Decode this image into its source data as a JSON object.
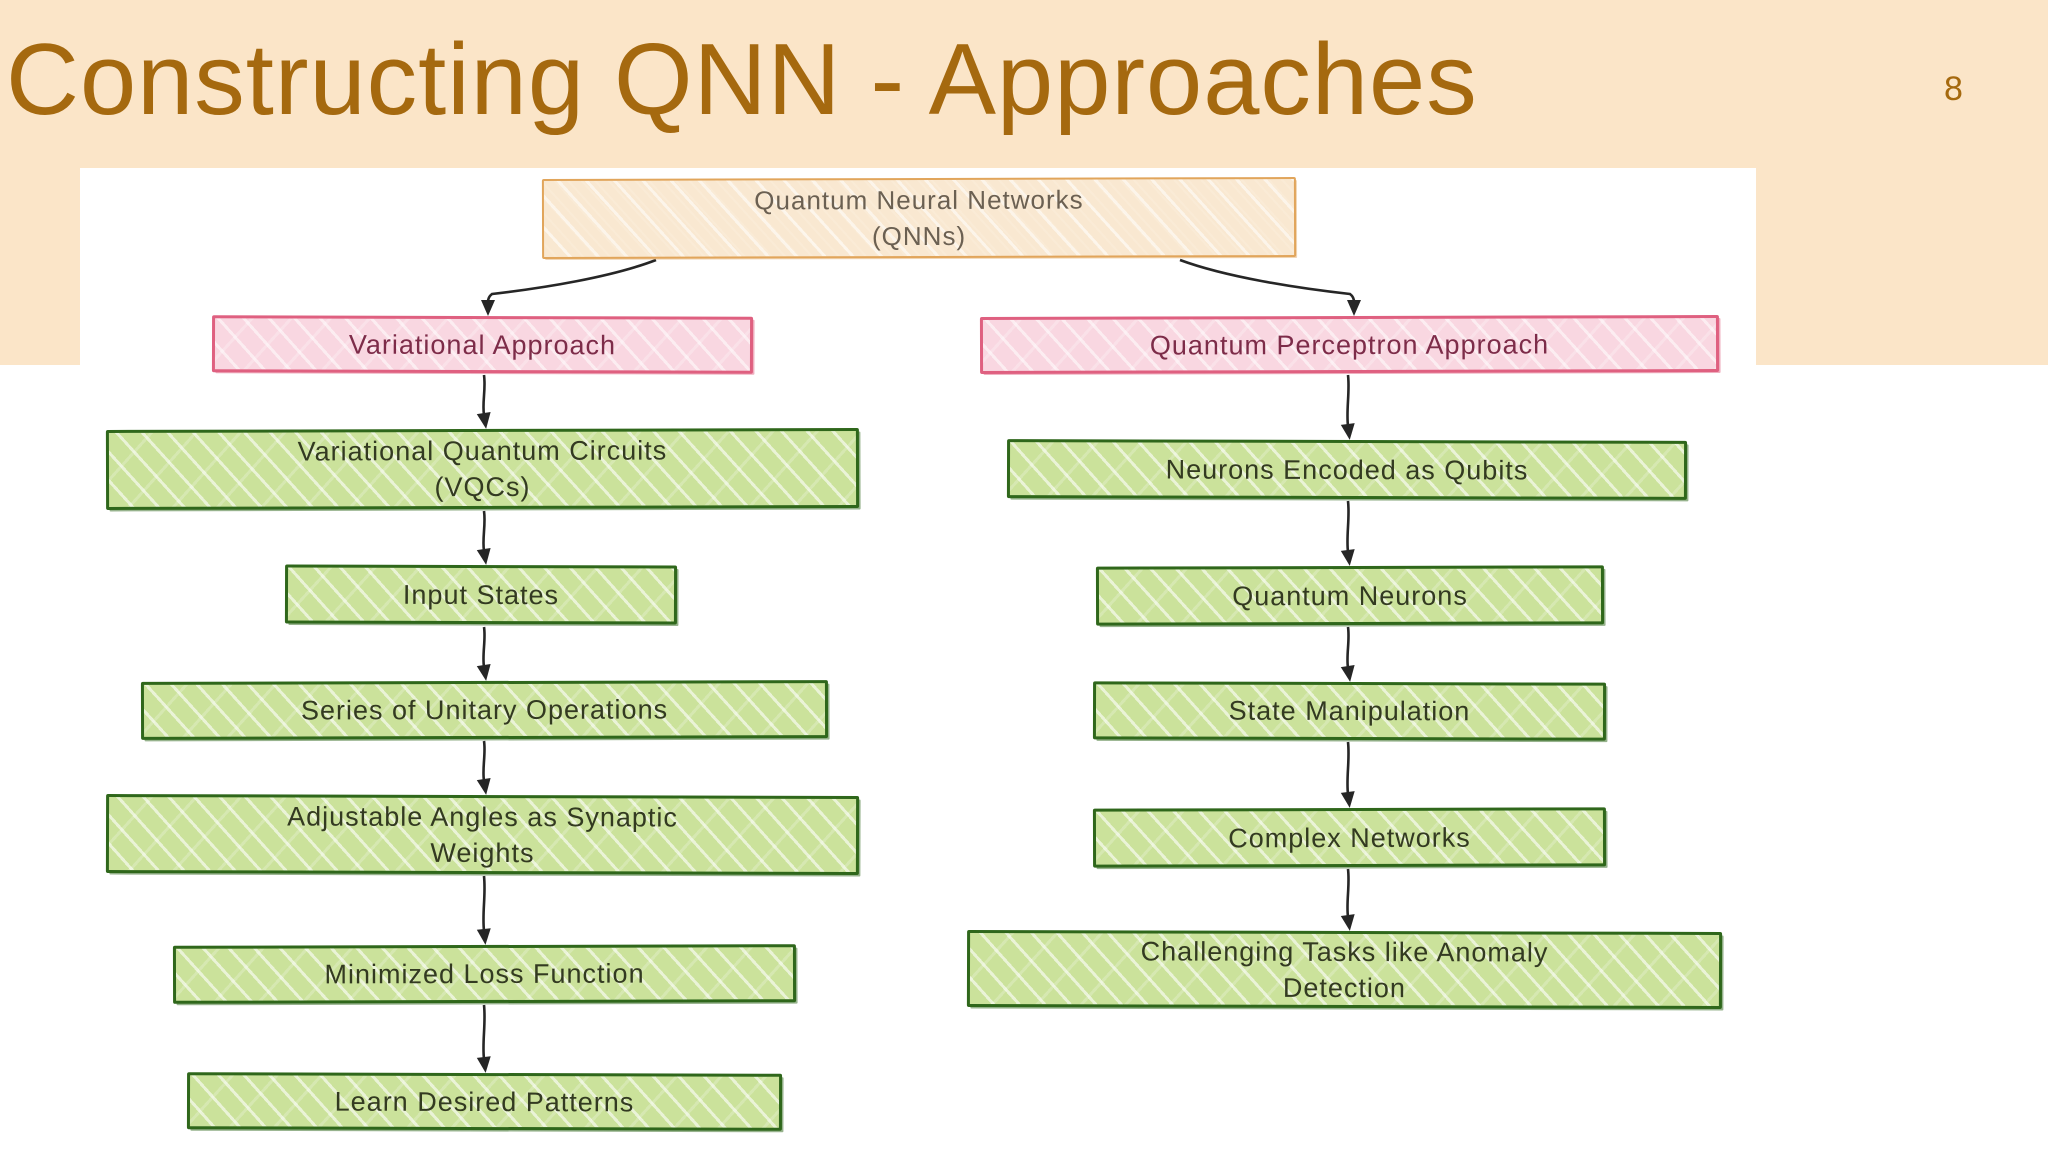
{
  "slide": {
    "title": "Constructing QNN - Approaches",
    "page_number": "8"
  },
  "colors": {
    "band": "#FBE5C8",
    "title": "#A5690F",
    "panel": "#FFFFFF",
    "arrow": "#262626",
    "orange-fill": "#F9E8D1",
    "orange-border": "#E1A55B",
    "orange-text": "#6B6052",
    "pink-fill": "#F9D7E1",
    "pink-border": "#DF6080",
    "pink-text": "#7D2C49",
    "green-fill": "#CBE29B",
    "green-border": "#2F671B",
    "green-text": "#333A21"
  },
  "flowchart": {
    "nodes": [
      {
        "id": "qnn",
        "type": "root",
        "label": "Quantum Neural Networks\n(QNNs)"
      },
      {
        "id": "variational-approach",
        "type": "branch",
        "label": "Variational Approach"
      },
      {
        "id": "quantum-perceptron-approach",
        "type": "branch",
        "label": "Quantum Perceptron Approach"
      },
      {
        "id": "vqc",
        "type": "step",
        "label": "Variational Quantum Circuits\n(VQCs)"
      },
      {
        "id": "input-states",
        "type": "step",
        "label": "Input States"
      },
      {
        "id": "series-unitary-operations",
        "type": "step",
        "label": "Series of Unitary Operations"
      },
      {
        "id": "adjustable-angles",
        "type": "step",
        "label": "Adjustable Angles as Synaptic\nWeights"
      },
      {
        "id": "minimized-loss-function",
        "type": "step",
        "label": "Minimized Loss Function"
      },
      {
        "id": "learn-desired-patterns",
        "type": "step",
        "label": "Learn Desired Patterns"
      },
      {
        "id": "neurons-encoded-as-qubits",
        "type": "step",
        "label": "Neurons Encoded as Qubits"
      },
      {
        "id": "quantum-neurons",
        "type": "step",
        "label": "Quantum Neurons"
      },
      {
        "id": "state-manipulation",
        "type": "step",
        "label": "State Manipulation"
      },
      {
        "id": "complex-networks",
        "type": "step",
        "label": "Complex Networks"
      },
      {
        "id": "challenging-tasks",
        "type": "step",
        "label": "Challenging Tasks like Anomaly\nDetection"
      }
    ],
    "edges": [
      {
        "from": "qnn",
        "to": "variational-approach"
      },
      {
        "from": "qnn",
        "to": "quantum-perceptron-approach"
      },
      {
        "from": "variational-approach",
        "to": "vqc"
      },
      {
        "from": "vqc",
        "to": "input-states"
      },
      {
        "from": "input-states",
        "to": "series-unitary-operations"
      },
      {
        "from": "series-unitary-operations",
        "to": "adjustable-angles"
      },
      {
        "from": "adjustable-angles",
        "to": "minimized-loss-function"
      },
      {
        "from": "minimized-loss-function",
        "to": "learn-desired-patterns"
      },
      {
        "from": "quantum-perceptron-approach",
        "to": "neurons-encoded-as-qubits"
      },
      {
        "from": "neurons-encoded-as-qubits",
        "to": "quantum-neurons"
      },
      {
        "from": "quantum-neurons",
        "to": "state-manipulation"
      },
      {
        "from": "state-manipulation",
        "to": "complex-networks"
      },
      {
        "from": "complex-networks",
        "to": "challenging-tasks"
      }
    ]
  }
}
